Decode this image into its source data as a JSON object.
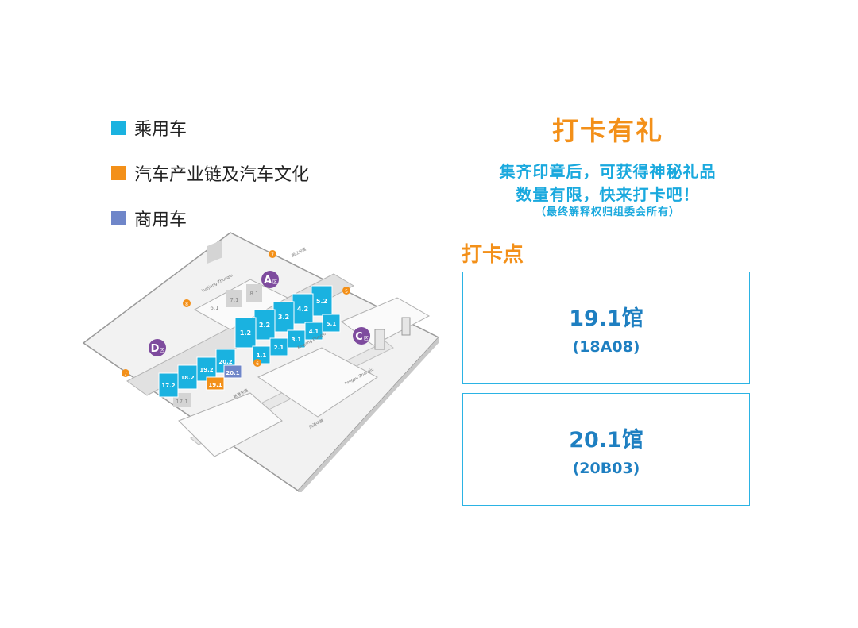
{
  "legend": {
    "items": [
      {
        "label": "乘用车",
        "color": "#1ab2e0"
      },
      {
        "label": "汽车产业链及汽车文化",
        "color": "#f39019"
      },
      {
        "label": "商用车",
        "color": "#6f86c9"
      }
    ]
  },
  "map": {
    "zones": [
      "A",
      "C",
      "D"
    ],
    "zone_suffix": "区",
    "zone_color": "#7e4b9e",
    "passenger_halls": [
      "5.2",
      "4.2",
      "3.2",
      "2.2",
      "1.2",
      "5.1",
      "4.1",
      "3.1",
      "2.1",
      "1.1",
      "20.2",
      "19.2",
      "18.2",
      "17.2"
    ],
    "industry_halls": [
      "19.1"
    ],
    "commercial_halls": [
      "20.1"
    ],
    "inactive_halls": [
      "8.1",
      "7.1",
      "6.1",
      "17.1"
    ],
    "road_labels": [
      "Yuejiang Zhonglu",
      "Xingang Dongiu",
      "Fengpu Zhonglu",
      "阅江中路",
      "新港东路",
      "凤浦中路"
    ],
    "entrance_numbers": [
      "7",
      "8",
      "6",
      "5",
      "7"
    ],
    "entrance_color": "#f39019",
    "hall_colors": {
      "passenger": "#1ab2e0",
      "industry": "#f39019",
      "commercial": "#6f86c9",
      "inactive": "#d4d4d4"
    }
  },
  "promo": {
    "title": "打卡有礼",
    "line1": "集齐印章后，可获得神秘礼品",
    "line2": "数量有限，快来打卡吧！",
    "note": "（最终解释权归组委会所有）"
  },
  "checkin": {
    "heading": "打卡点",
    "points": [
      {
        "hall": "19.1馆",
        "code": "(18A08)"
      },
      {
        "hall": "20.1馆",
        "code": "(20B03)"
      }
    ]
  }
}
